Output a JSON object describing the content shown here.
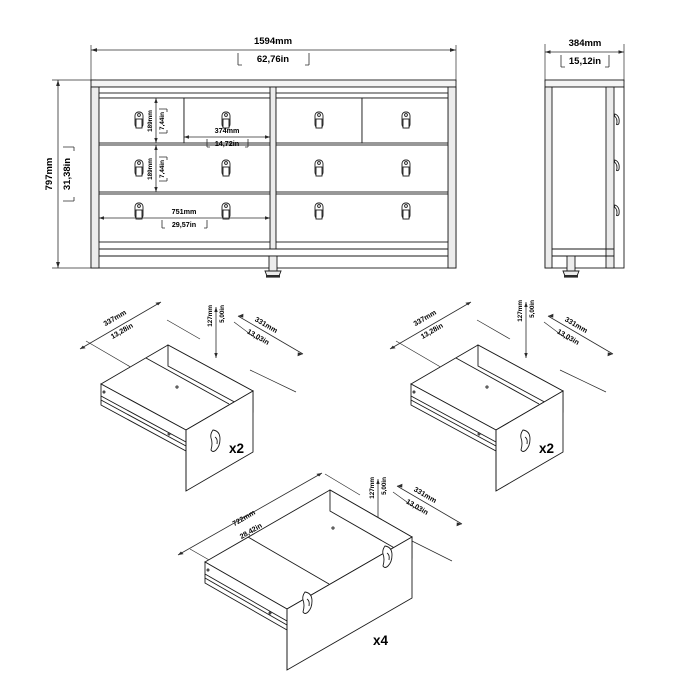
{
  "drawing": {
    "title": "8-drawer double dresser assembly dimension drawing",
    "background_color": "#ffffff",
    "line_color": "#1a1a1a",
    "unit_primary": "mm",
    "unit_secondary": "in"
  },
  "front_view": {
    "name": "front-elevation",
    "width": {
      "mm": "1594mm",
      "in": "62,76in"
    },
    "height": {
      "mm": "797mm",
      "in": "31,38in"
    },
    "internal": [
      {
        "id": "top-drawer-height",
        "mm": "189mm",
        "in": "7,44in"
      },
      {
        "id": "mid-drawer-height",
        "mm": "189mm",
        "in": "7,44in"
      },
      {
        "id": "small-drawer-width",
        "mm": "374mm",
        "in": "14,72in"
      },
      {
        "id": "wide-drawer-width",
        "mm": "751mm",
        "in": "29,57in"
      }
    ],
    "drawer_count": 8,
    "handle_count": 12
  },
  "side_view": {
    "name": "side-elevation",
    "depth": {
      "mm": "384mm",
      "in": "15,12in"
    },
    "handle_count": 3
  },
  "details": [
    {
      "id": "detail-small-drawer-a",
      "quantity": "x2",
      "dims": [
        {
          "id": "left-width",
          "mm": "337mm",
          "in": "13,28in"
        },
        {
          "id": "right-depth",
          "mm": "331mm",
          "in": "13,03in"
        },
        {
          "id": "height",
          "mm": "127mm",
          "in": "5,00in"
        }
      ],
      "handles": 1
    },
    {
      "id": "detail-small-drawer-b",
      "quantity": "x2",
      "dims": [
        {
          "id": "left-width",
          "mm": "337mm",
          "in": "13,28in"
        },
        {
          "id": "right-depth",
          "mm": "331mm",
          "in": "13,03in"
        },
        {
          "id": "height",
          "mm": "127mm",
          "in": "5,00in"
        }
      ],
      "handles": 1
    },
    {
      "id": "detail-wide-drawer",
      "quantity": "x4",
      "dims": [
        {
          "id": "left-width",
          "mm": "722mm",
          "in": "28,42in"
        },
        {
          "id": "right-depth",
          "mm": "331mm",
          "in": "13,03in"
        },
        {
          "id": "height",
          "mm": "127mm",
          "in": "5,00in"
        }
      ],
      "handles": 2
    }
  ]
}
